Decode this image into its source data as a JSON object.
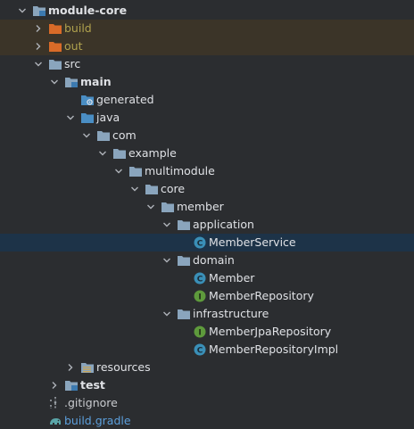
{
  "colors": {
    "background": "#2b2d30",
    "selection": "#1d3348",
    "excluded_row": "#3b3428",
    "folder": "#8aa5bd",
    "excluded_folder": "#d96b28",
    "class_icon": "#3a8fb7",
    "interface_icon": "#5e9a3c"
  },
  "tree": [
    {
      "label": "module-core",
      "icon": "module-folder-icon",
      "expanded": true,
      "bold": true
    },
    {
      "label": "build",
      "icon": "excluded-folder-icon",
      "expanded": false
    },
    {
      "label": "out",
      "icon": "excluded-folder-icon",
      "expanded": false
    },
    {
      "label": "src",
      "icon": "folder-icon",
      "expanded": true
    },
    {
      "label": "main",
      "icon": "source-set-folder-icon",
      "expanded": true,
      "bold": true
    },
    {
      "label": "generated",
      "icon": "generated-sources-folder-icon"
    },
    {
      "label": "java",
      "icon": "source-root-folder-icon",
      "expanded": true
    },
    {
      "label": "com",
      "icon": "package-folder-icon",
      "expanded": true
    },
    {
      "label": "example",
      "icon": "package-folder-icon",
      "expanded": true
    },
    {
      "label": "multimodule",
      "icon": "package-folder-icon",
      "expanded": true
    },
    {
      "label": "core",
      "icon": "package-folder-icon",
      "expanded": true
    },
    {
      "label": "member",
      "icon": "package-folder-icon",
      "expanded": true
    },
    {
      "label": "application",
      "icon": "package-folder-icon",
      "expanded": true
    },
    {
      "label": "MemberService",
      "icon": "class-icon",
      "selected": true
    },
    {
      "label": "domain",
      "icon": "package-folder-icon",
      "expanded": true
    },
    {
      "label": "Member",
      "icon": "class-icon"
    },
    {
      "label": "MemberRepository",
      "icon": "interface-icon"
    },
    {
      "label": "infrastructure",
      "icon": "package-folder-icon",
      "expanded": true
    },
    {
      "label": "MemberJpaRepository",
      "icon": "interface-icon"
    },
    {
      "label": "MemberRepositoryImpl",
      "icon": "class-icon"
    },
    {
      "label": "resources",
      "icon": "resources-folder-icon",
      "expanded": false
    },
    {
      "label": "test",
      "icon": "source-set-folder-icon",
      "expanded": false,
      "bold": true
    },
    {
      "label": ".gitignore",
      "icon": "gitignore-file-icon"
    },
    {
      "label": "build.gradle",
      "icon": "gradle-file-icon"
    }
  ]
}
